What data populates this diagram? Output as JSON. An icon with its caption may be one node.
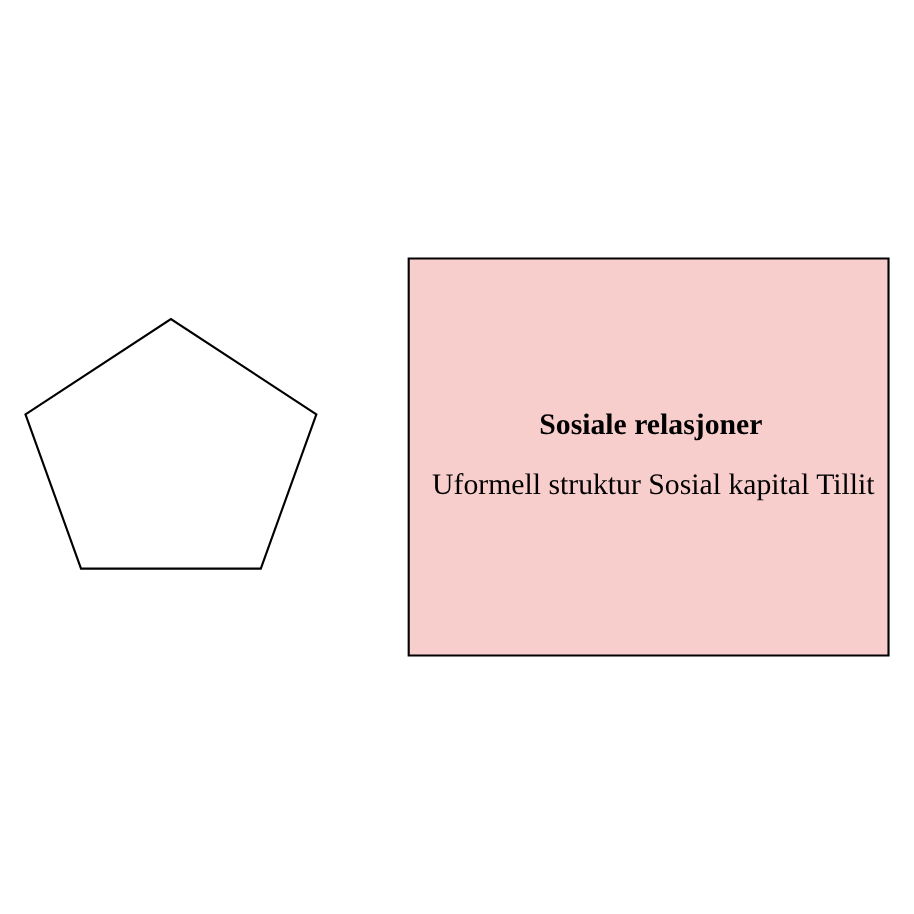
{
  "diagram": {
    "nodes": [
      {
        "text": [],
        "shape": "pentagon"
      },
      {
        "text": [
          "Sosiale relasjoner",
          "Uformell struktur Sosial kapital Tillit"
        ]
      }
    ]
  }
}
